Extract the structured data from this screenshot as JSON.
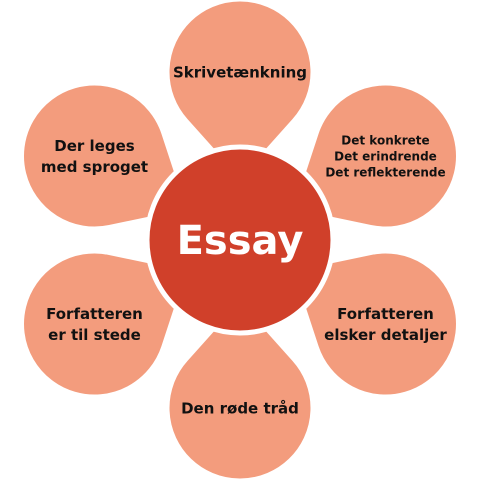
{
  "center": {
    "label": "Essay"
  },
  "petals": [
    {
      "lines": [
        "Skrivetænkning"
      ]
    },
    {
      "lines": [
        "Det konkrete",
        "Det erindrende",
        "Det reflekterende"
      ]
    },
    {
      "lines": [
        "Forfatteren",
        "elsker detaljer"
      ]
    },
    {
      "lines": [
        "Den røde tråd"
      ]
    },
    {
      "lines": [
        "Forfatteren",
        "er til stede"
      ]
    },
    {
      "lines": [
        "Der leges",
        "med sproget"
      ]
    }
  ],
  "colors": {
    "petal_fill": "#f39c7d",
    "petal_stroke": "#ffffff",
    "center_fill": "#d0402a",
    "center_stroke": "#ffffff"
  }
}
